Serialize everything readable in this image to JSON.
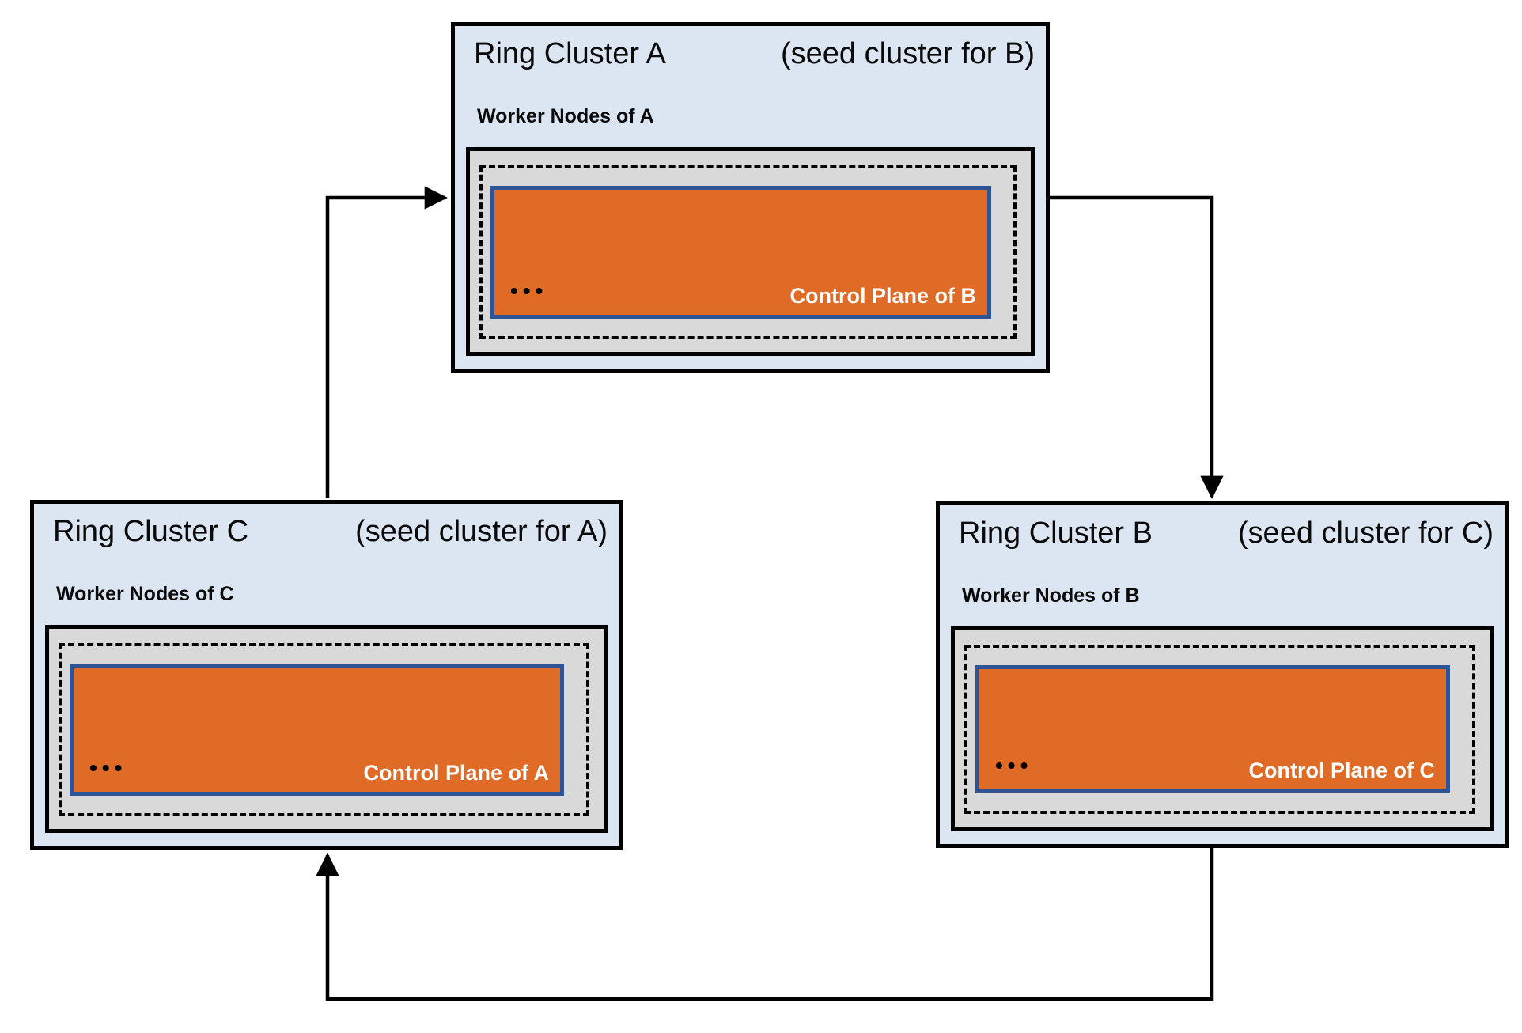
{
  "diagram": {
    "clusters": [
      {
        "id": "A",
        "title": "Ring Cluster A",
        "subtitle": "(seed cluster for B)",
        "worker_label": "Worker Nodes of A",
        "dots": "•••",
        "control_plane_label": "Control Plane of B"
      },
      {
        "id": "B",
        "title": "Ring Cluster B",
        "subtitle": "(seed cluster for C)",
        "worker_label": "Worker Nodes of B",
        "dots": "•••",
        "control_plane_label": "Control Plane of C"
      },
      {
        "id": "C",
        "title": "Ring Cluster C",
        "subtitle": "(seed cluster for A)",
        "worker_label": "Worker Nodes of C",
        "dots": "•••",
        "control_plane_label": "Control Plane of A"
      }
    ],
    "arrows": [
      {
        "from": "A",
        "to": "B"
      },
      {
        "from": "B",
        "to": "C"
      },
      {
        "from": "C",
        "to": "A"
      }
    ],
    "colors": {
      "cluster_fill": "#dce6f2",
      "worker_fill": "#d9d9d9",
      "control_fill": "#e06b26",
      "control_border": "#2f5496",
      "line": "#000000"
    }
  }
}
